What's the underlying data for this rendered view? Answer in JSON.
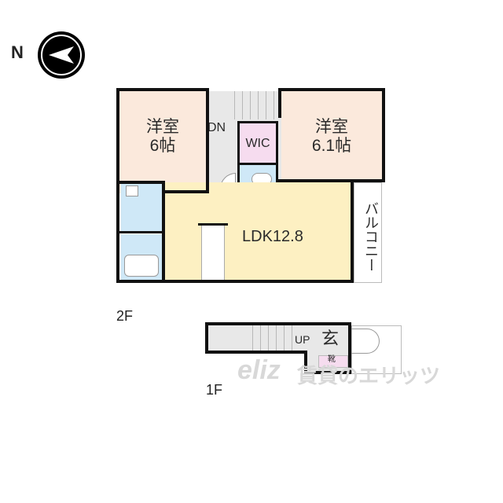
{
  "compass": {
    "label": "N",
    "icon": "north-arrow-icon"
  },
  "floor2": {
    "label": "2F",
    "rooms": {
      "western_room_1": {
        "name": "洋室",
        "size": "6帖",
        "color": "#fbe9dc"
      },
      "western_room_2": {
        "name": "洋室",
        "size": "6.1帖",
        "color": "#fbe9dc"
      },
      "wic": {
        "label": "WIC",
        "color": "#f6dcef"
      },
      "stairs": {
        "label": "DN"
      },
      "ldk": {
        "label": "LDK12.8",
        "color": "#fdf0c2"
      },
      "balcony": {
        "label": "バルコニー"
      },
      "washroom": {
        "color": "#cfe8f7"
      },
      "bathroom": {
        "color": "#cfe8f7"
      },
      "toilet": {
        "color": "#cfe8f7"
      }
    }
  },
  "floor1": {
    "label": "1F",
    "stairs": {
      "label": "UP"
    },
    "entrance": {
      "label": "玄"
    },
    "shoe_box": {
      "label": "靴",
      "color": "#f6dcef"
    }
  },
  "watermark": {
    "logo": "eliz",
    "text": "賃貸のエリッツ"
  }
}
